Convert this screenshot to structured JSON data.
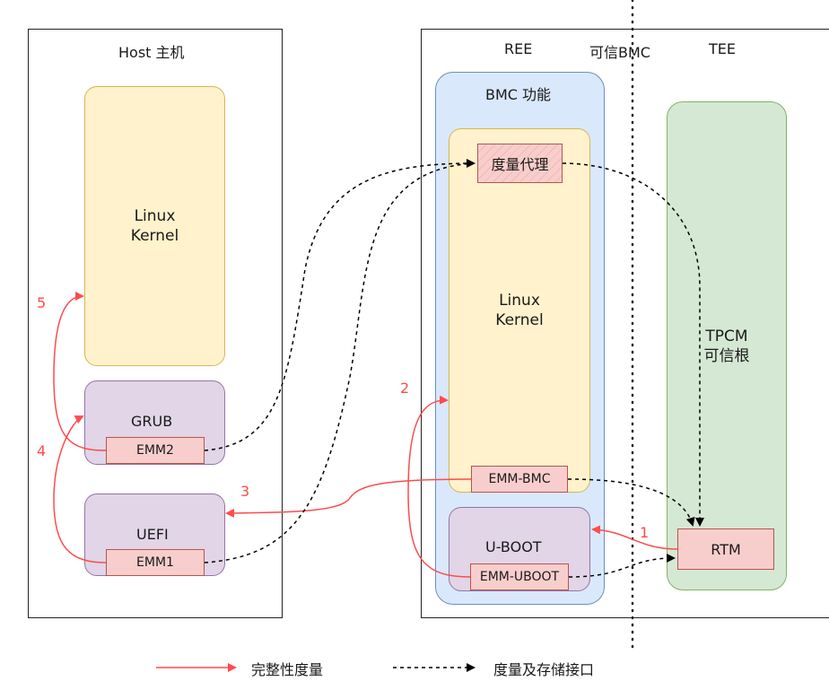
{
  "host": {
    "title": "Host 主机",
    "linux": "Linux\nKernel",
    "grub": "GRUB",
    "emm2": "EMM2",
    "uefi": "UEFI",
    "emm1": "EMM1"
  },
  "bmc_side": {
    "ree": "REE",
    "trusted_bmc": "可信BMC",
    "tee": "TEE",
    "bmc_func": "BMC 功能",
    "agent": "度量代理",
    "linux": "Linux\nKernel",
    "emm_bmc": "EMM-BMC",
    "uboot": "U-BOOT",
    "emm_uboot": "EMM-UBOOT",
    "tpcm": "TPCM\n可信根",
    "rtm": "RTM"
  },
  "steps": [
    "1",
    "2",
    "3",
    "4",
    "5"
  ],
  "legend": {
    "integrity": "完整性度量",
    "interface": "度量及存储接口"
  },
  "colors": {
    "integrity_arrow": "#ff4b4b",
    "interface_arrow": "#000000"
  }
}
